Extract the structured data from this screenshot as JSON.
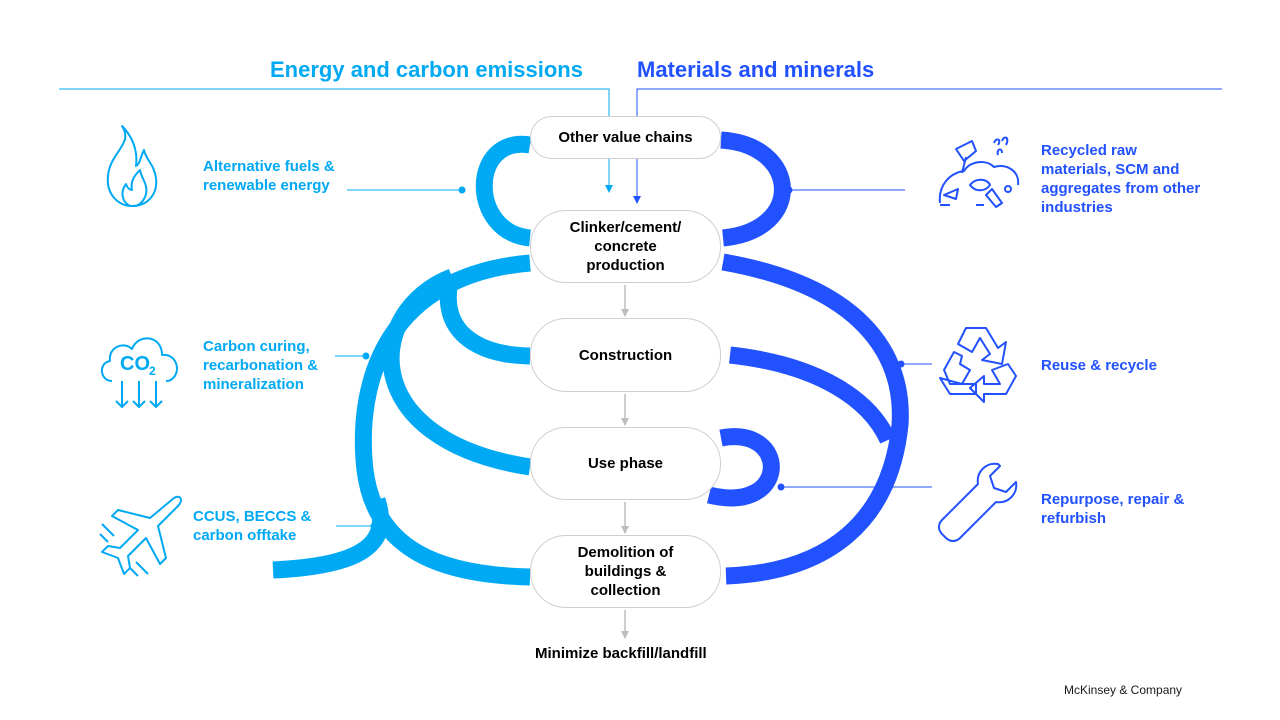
{
  "header": {
    "left_title": "Energy and carbon emissions",
    "right_title": "Materials and minerals"
  },
  "nodes": {
    "other_value_chains": "Other value chains",
    "production": [
      "Clinker/cement/",
      "concrete",
      "production"
    ],
    "construction": "Construction",
    "use_phase": "Use phase",
    "demolition": [
      "Demolition of",
      "buildings &",
      "collection"
    ],
    "minimize": "Minimize backfill/landfill"
  },
  "left_levers": {
    "alt_fuels": [
      "Alternative fuels &",
      "renewable energy"
    ],
    "carbon_curing": [
      "Carbon curing,",
      "recarbonation &",
      "mineralization"
    ],
    "ccus": [
      "CCUS, BECCS &",
      "carbon offtake"
    ]
  },
  "right_levers": {
    "recycled_raw": [
      "Recycled raw",
      "materials,  SCM and",
      "aggregates from other",
      "industries"
    ],
    "reuse": "Reuse & recycle",
    "repurpose": [
      "Repurpose, repair  &",
      "refurbish"
    ]
  },
  "icons": {
    "alt_fuels": "flame-icon",
    "carbon_curing": "co2-cloud-icon",
    "ccus": "airplane-icon",
    "recycled_raw": "waste-pile-icon",
    "reuse": "recycle-icon",
    "repurpose": "wrench-icon",
    "co2_glyph": "CO",
    "co2_sub": "2"
  },
  "colors": {
    "light_blue": "#00a9f4",
    "dark_blue": "#2251ff",
    "gray_arrow": "#bdbdbd",
    "border": "#cfcfcf"
  },
  "footer": {
    "brand": "McKinsey & Company"
  }
}
